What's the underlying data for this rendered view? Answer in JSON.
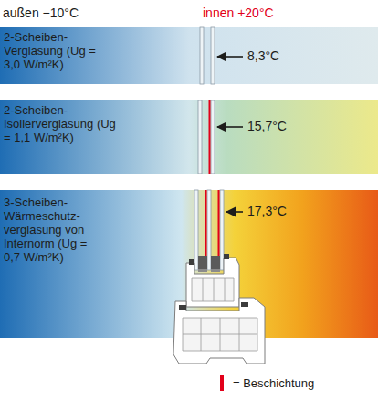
{
  "diagram": {
    "nodes": [
      {
        "text": [
          "2-Scheiben- Verglasung (Ug = 3,0 W/m²K)",
          "8,3°C"
        ]
      },
      {
        "text": [
          "2-Scheiben- Isolierverglasung (Ug = 1,1 W/m²K)",
          "15,7°C"
        ]
      },
      {
        "text": [
          "3-Scheiben- Wärmeschutz- verglasung von Internorm (Ug = 0,7 W/m²K)",
          "17,3°C"
        ]
      }
    ],
    "labels": [
      "außen −10°C",
      "innen +20°C"
    ],
    "legend": [
      {
        "text": "= Beschichtung",
        "color": "#e2001a"
      }
    ]
  }
}
